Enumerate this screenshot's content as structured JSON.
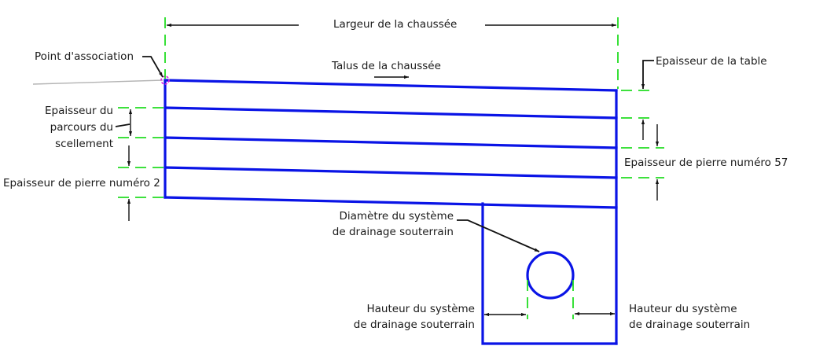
{
  "labels": {
    "road_width": "Largeur de la chaussée",
    "road_slope": "Talus de la chaussée",
    "attachment_point": "Point d'association",
    "table_thickness": "Epaisseur de la table",
    "seal_course_thickness": [
      "Epaisseur du",
      "parcours du",
      "scellement"
    ],
    "stone_thickness_2": "Epaisseur de pierre numéro 2",
    "stone_thickness_57": "Epaisseur de pierre numéro 57",
    "drain_diameter": [
      "Diamètre du système",
      "de drainage souterrain"
    ],
    "drain_height_left": [
      "Hauteur du système",
      "de drainage souterrain"
    ],
    "drain_height_right": [
      "Hauteur du système",
      "de drainage souterrain"
    ]
  },
  "colors": {
    "structure": "#0a14e6",
    "extension_lines": "#22dd22",
    "dimension_lines": "#111111",
    "attachment_marker": "#e020e0",
    "ground_line": "#b4b4b4"
  }
}
